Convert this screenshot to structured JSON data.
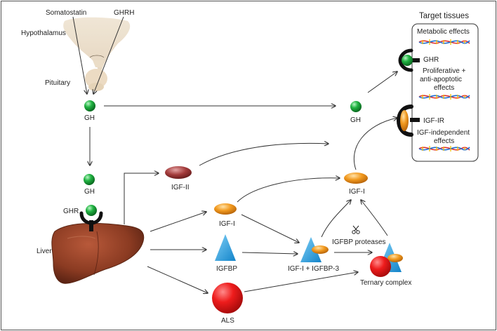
{
  "labels": {
    "somatostatin": "Somatostatin",
    "ghrh": "GHRH",
    "hypothalamus": "Hypothalamus",
    "pituitary": "Pituitary",
    "gh_top": "GH",
    "gh_mid": "GH",
    "gh_right": "GH",
    "ghr_liver": "GHR",
    "liver": "Liver",
    "igf2": "IGF-II",
    "igf1_mid": "IGF-I",
    "igfbp": "IGFBP",
    "als": "ALS",
    "igf1_bp3": "IGF-I + IGFBP-3",
    "igfbp_proteases": "IGFBP proteases",
    "ternary_complex": "Ternary complex",
    "igf1_top": "IGF-I"
  },
  "target_tissues": {
    "title": "Target tissues",
    "metabolic": "Metabolic effects",
    "ghr": "GHR",
    "prolif_line1": "Proliferative +",
    "prolif_line2": "anti-apoptotic",
    "prolif_line3": "effects",
    "igf_ir": "IGF-IR",
    "indep_line1": "IGF-independent",
    "indep_line2": "effects"
  },
  "colors": {
    "gh_green": "#1fae3c",
    "igf_orange": "#f29a1f",
    "igf2_red": "#a33b3b",
    "igfbp_blue": "#1e9ee0",
    "als_red": "#e8141b",
    "liver_brown": "#8b3b22",
    "arrow": "#333333"
  }
}
